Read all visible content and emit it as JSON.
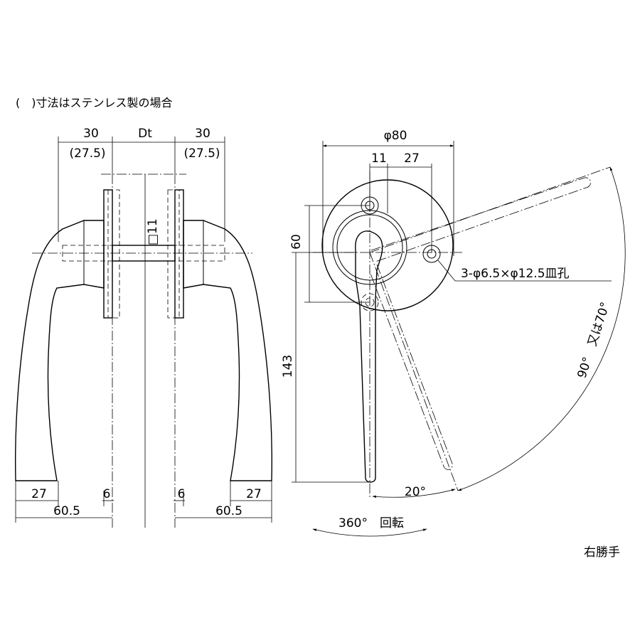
{
  "note": "(　)寸法はステンレス製の場合",
  "side_view": {
    "dim_left_width": "30",
    "dim_left_width_stainless": "(27.5)",
    "dim_door_thickness": "Dt",
    "dim_right_width": "30",
    "dim_right_width_stainless": "(27.5)",
    "dim_square_spindle": "□11",
    "dim_left_grip": "27",
    "dim_left_plate": "6",
    "dim_left_total": "60.5",
    "dim_right_plate": "6",
    "dim_right_grip": "27",
    "dim_right_total": "60.5"
  },
  "front_view": {
    "dim_rose_diameter": "φ80",
    "dim_hole_offset_x": "11",
    "dim_hole_offset_x2": "27",
    "dim_rose_height": "60",
    "dim_lever_length": "143",
    "hole_callout": "3-φ6.5×φ12.5皿孔",
    "swing_angle": "90°　又は70°",
    "offset_angle": "20°",
    "rotation_label": "360°　回転"
  },
  "hand_label": "右勝手"
}
